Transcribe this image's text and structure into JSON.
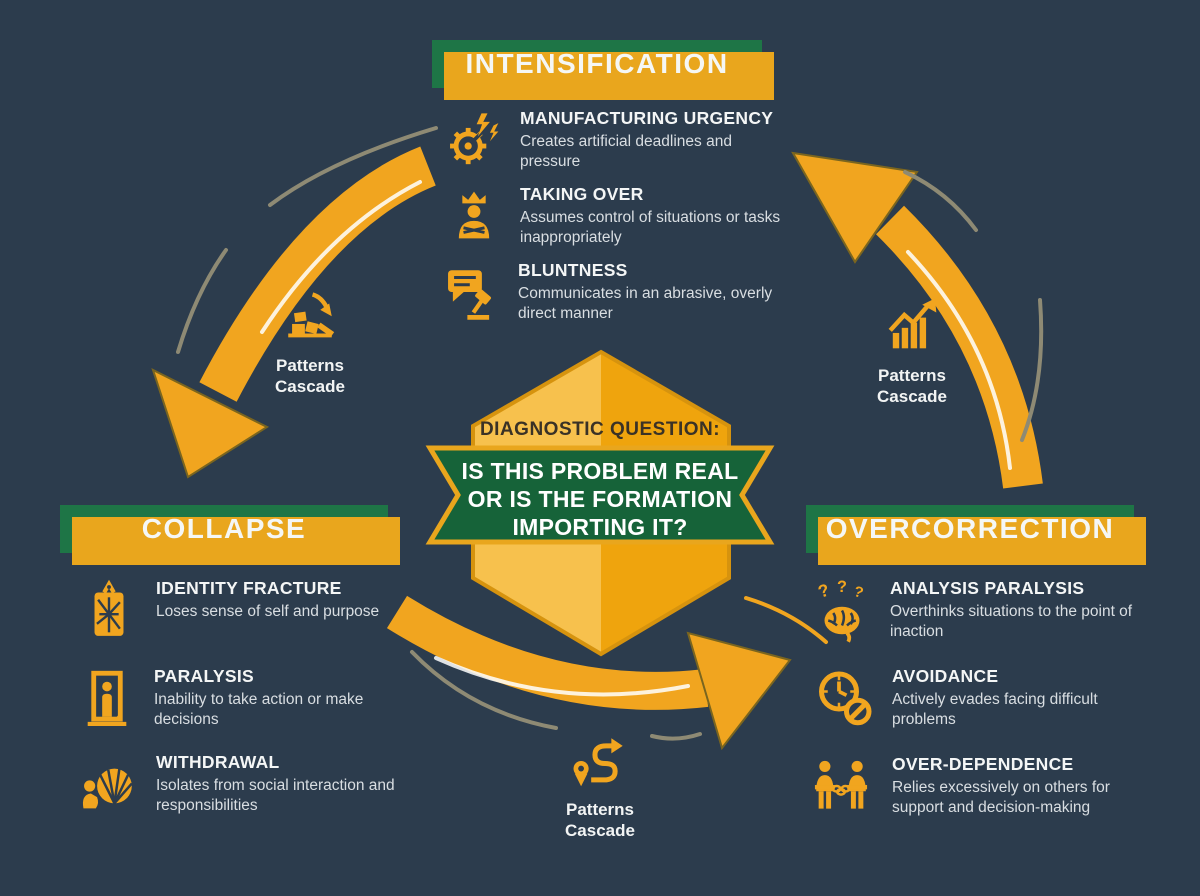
{
  "palette": {
    "background": "#2c3c4d",
    "gold": "#f1a51f",
    "gold_light": "#f7c14d",
    "gold_dark": "#d6930e",
    "banner_green": "#1e7546",
    "ribbon_green": "#166339",
    "white_text": "#f4f6f6",
    "dim_text": "#d9dee2",
    "accent_line": "#8e8a74",
    "kicker_text": "#3a3226"
  },
  "sections": {
    "intensification": {
      "title": "INTENSIFICATION",
      "items": [
        {
          "icon": "gear-lightning-icon",
          "title": "MANUFACTURING URGENCY",
          "desc": "Creates artificial deadlines and pressure"
        },
        {
          "icon": "crowned-person-icon",
          "title": "TAKING OVER",
          "desc": "Assumes control of situations or tasks inappropriately"
        },
        {
          "icon": "speech-gavel-icon",
          "title": "BLUNTNESS",
          "desc": "Communicates in an abrasive, overly direct manner"
        }
      ]
    },
    "collapse": {
      "title": "COLLAPSE",
      "items": [
        {
          "icon": "broken-mirror-icon",
          "title": "IDENTITY FRACTURE",
          "desc": "Loses sense of self and purpose"
        },
        {
          "icon": "frozen-person-icon",
          "title": "PARALYSIS",
          "desc": "Inability to take action or make decisions"
        },
        {
          "icon": "shell-person-icon",
          "title": "WITHDRAWAL",
          "desc": "Isolates from social interaction and responsibilities"
        }
      ]
    },
    "overcorrection": {
      "title": "OVERCORRECTION",
      "items": [
        {
          "icon": "brain-questions-icon",
          "title": "ANALYSIS PARALYSIS",
          "desc": "Overthinks situations to the point of inaction"
        },
        {
          "icon": "clock-prohibited-icon",
          "title": "AVOIDANCE",
          "desc": "Actively evades facing difficult problems"
        },
        {
          "icon": "chained-people-icon",
          "title": "OVER-DEPENDENCE",
          "desc": "Relies excessively on others for support and decision-making"
        }
      ]
    }
  },
  "center": {
    "kicker": "DIAGNOSTIC QUESTION:",
    "question": "IS THIS PROBLEM REAL OR IS THE FORMATION IMPORTING IT?"
  },
  "cascade_labels": [
    {
      "position": "left",
      "icon": "collapsing-building-icon",
      "label": "Patterns Cascade"
    },
    {
      "position": "right",
      "icon": "rising-chart-icon",
      "label": "Patterns Cascade"
    },
    {
      "position": "bottom",
      "icon": "winding-route-icon",
      "label": "Patterns Cascade"
    }
  ]
}
